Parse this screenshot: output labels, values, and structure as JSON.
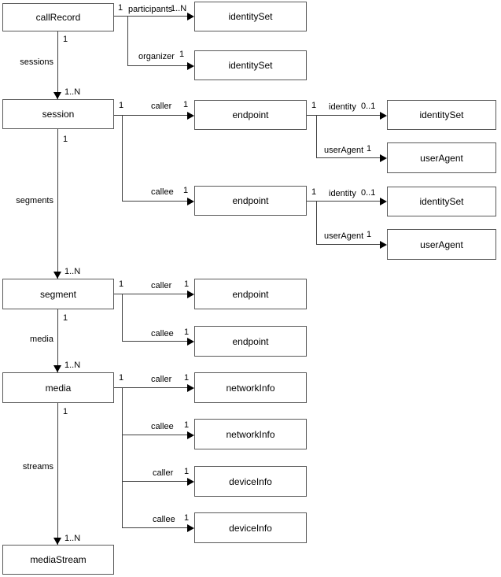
{
  "diagram_type": "entity-relationship",
  "nodes": {
    "callRecord": "callRecord",
    "identitySet_participants": "identitySet",
    "identitySet_organizer": "identitySet",
    "session": "session",
    "endpoint_caller": "endpoint",
    "identitySet_caller": "identitySet",
    "userAgent_caller": "userAgent",
    "endpoint_callee": "endpoint",
    "identitySet_callee": "identitySet",
    "userAgent_callee": "userAgent",
    "segment": "segment",
    "endpoint_segment_caller": "endpoint",
    "endpoint_segment_callee": "endpoint",
    "media": "media",
    "networkInfo_caller": "networkInfo",
    "networkInfo_callee": "networkInfo",
    "deviceInfo_caller": "deviceInfo",
    "deviceInfo_callee": "deviceInfo",
    "mediaStream": "mediaStream"
  },
  "edges": {
    "participants": {
      "source_mult": "1",
      "label": "participants",
      "target_mult": "1..N"
    },
    "organizer": {
      "label": "organizer",
      "target_mult": "1"
    },
    "sessions": {
      "source_mult": "1",
      "label": "sessions",
      "target_mult": "1..N"
    },
    "session_caller": {
      "source_mult": "1",
      "label": "caller",
      "target_mult": "1"
    },
    "session_callee": {
      "label": "callee",
      "target_mult": "1"
    },
    "caller_identity": {
      "source_mult": "1",
      "label": "identity",
      "target_mult": "0..1"
    },
    "caller_userAgent": {
      "label": "userAgent",
      "target_mult": "1"
    },
    "callee_identity": {
      "source_mult": "1",
      "label": "identity",
      "target_mult": "0..1"
    },
    "callee_userAgent": {
      "label": "userAgent",
      "target_mult": "1"
    },
    "segments": {
      "source_mult": "1",
      "label": "segments",
      "target_mult": "1..N"
    },
    "segment_caller": {
      "source_mult": "1",
      "label": "caller",
      "target_mult": "1"
    },
    "segment_callee": {
      "label": "callee",
      "target_mult": "1"
    },
    "media": {
      "source_mult": "1",
      "label": "media",
      "target_mult": "1..N"
    },
    "media_caller_network": {
      "source_mult": "1",
      "label": "caller",
      "target_mult": "1"
    },
    "media_callee_network": {
      "label": "callee",
      "target_mult": "1"
    },
    "media_caller_device": {
      "label": "caller",
      "target_mult": "1"
    },
    "media_callee_device": {
      "label": "callee",
      "target_mult": "1"
    },
    "streams": {
      "source_mult": "1",
      "label": "streams",
      "target_mult": "1..N"
    }
  },
  "colors": {
    "background": "#ffffff",
    "box_border": "#595959",
    "connector": "#404040",
    "arrow": "#000000",
    "text": "#000000"
  }
}
